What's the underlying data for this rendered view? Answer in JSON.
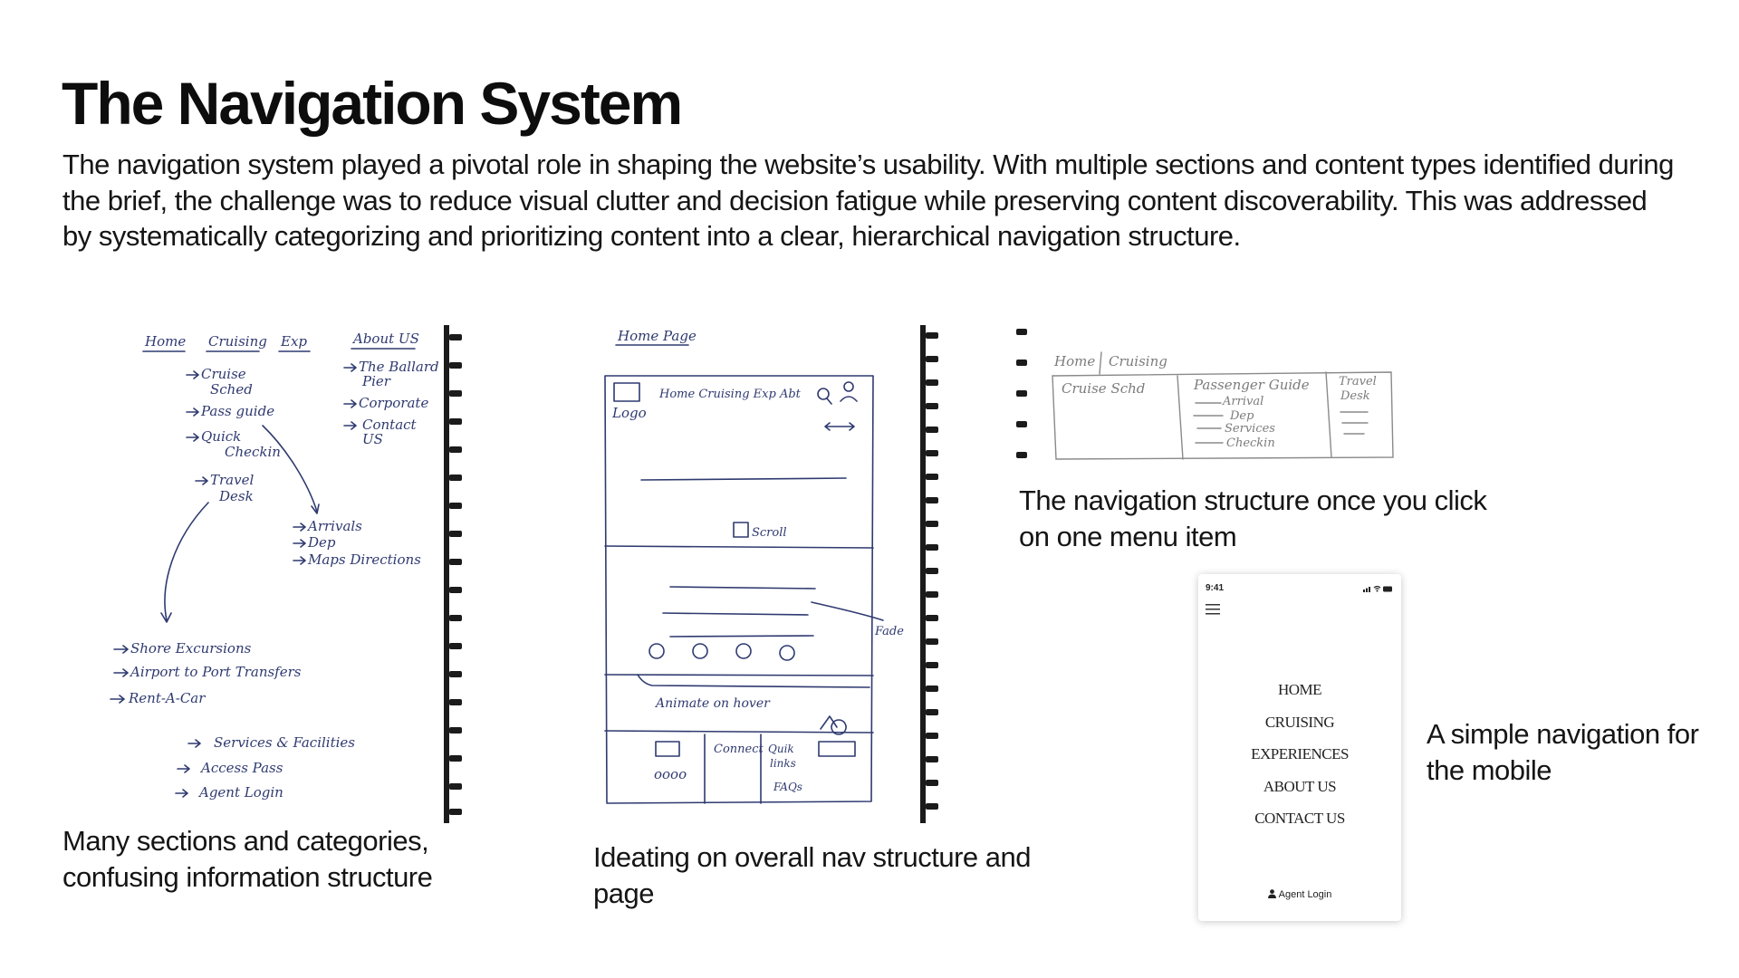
{
  "page": {
    "title": "The Navigation System",
    "intro": "The navigation system played a pivotal role in shaping the website’s usability. With multiple sections and content types identified during the brief, the challenge was to reduce visual clutter and decision fatigue while preserving content discoverability. This was addressed by systematically categorizing and prioritizing content into a clear, hierarchical navigation structure."
  },
  "captions": {
    "sketch1": "Many sections and categories, confusing information structure",
    "sketch2": "Ideating on overall nav structure and page",
    "sketch3": "The navigation structure once you click on one menu item",
    "mobile": "A simple navigation for the mobile"
  },
  "sketch1": {
    "nav": [
      "Home",
      "Cruising",
      "Exp",
      "About US"
    ],
    "cruising": [
      "Cruise",
      "Sched",
      "Pass guide",
      "Quick",
      "Checkin",
      "Travel",
      "Desk"
    ],
    "about": [
      "The Ballard",
      "Pier",
      "Corporate",
      "Contact",
      "US"
    ],
    "terminal": [
      "Arrivals",
      "Dep",
      "Maps Directions"
    ],
    "excursions": [
      "Shore Excursions",
      "Airport to Port Transfers",
      "Rent-A-Car"
    ],
    "services": [
      "Services & Facilities",
      "Access Pass",
      "Agent Login"
    ]
  },
  "sketch2": {
    "page_label": "Home Page",
    "logo": "Logo",
    "nav": "Home Cruising Exp Abt",
    "scroll": "Scroll",
    "fade": "Fade",
    "animate": "Animate on hover",
    "connect": "Connect",
    "quick_links": [
      "Quik",
      "links"
    ],
    "faqs": "FAQs"
  },
  "sketch3": {
    "tabs": [
      "Home",
      "Cruising"
    ],
    "columns": [
      "Cruise Schd",
      "Passenger Guide",
      "Travel",
      "Desk"
    ],
    "guide_items": [
      "Arrival",
      "Dep",
      "Services",
      "Checkin"
    ]
  },
  "phone": {
    "time": "9:41",
    "menu": [
      "HOME",
      "CRUISING",
      "EXPERIENCES",
      "ABOUT US",
      "CONTACT US"
    ],
    "agent_login": "Agent Login"
  }
}
